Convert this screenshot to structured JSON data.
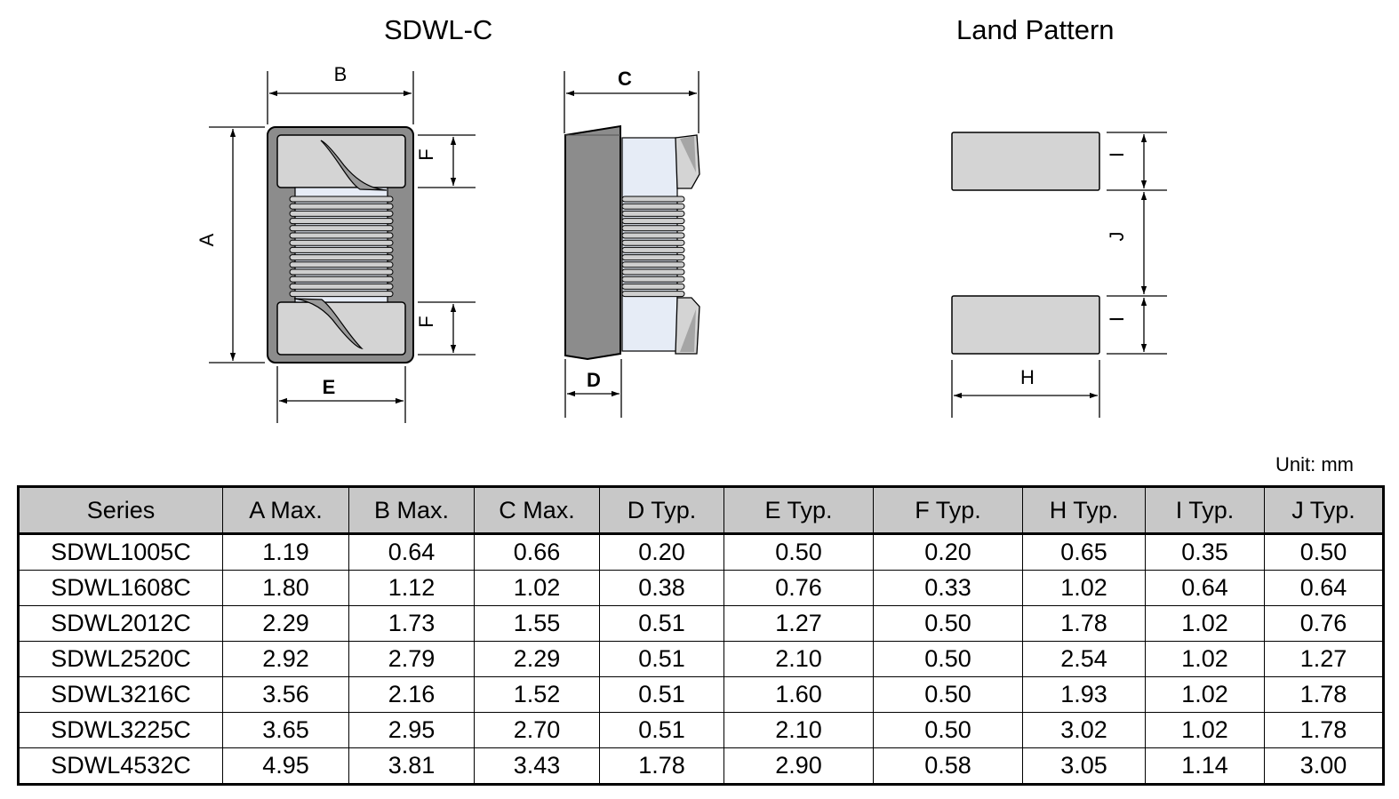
{
  "titles": {
    "main": "SDWL-C",
    "land": "Land Pattern"
  },
  "dimension_labels": {
    "A": "A",
    "B": "B",
    "C": "C",
    "D": "D",
    "E": "E",
    "F_top": "F",
    "F_bottom": "F",
    "H": "H",
    "I_top": "I",
    "I_bottom": "I",
    "J": "J"
  },
  "unit_note": "Unit: mm",
  "table": {
    "headers": [
      "Series",
      "A Max.",
      "B Max.",
      "C Max.",
      "D Typ.",
      "E Typ.",
      "F Typ.",
      "H Typ.",
      "I Typ.",
      "J Typ."
    ],
    "rows": [
      [
        "SDWL1005C",
        "1.19",
        "0.64",
        "0.66",
        "0.20",
        "0.50",
        "0.20",
        "0.65",
        "0.35",
        "0.50"
      ],
      [
        "SDWL1608C",
        "1.80",
        "1.12",
        "1.02",
        "0.38",
        "0.76",
        "0.33",
        "1.02",
        "0.64",
        "0.64"
      ],
      [
        "SDWL2012C",
        "2.29",
        "1.73",
        "1.55",
        "0.51",
        "1.27",
        "0.50",
        "1.78",
        "1.02",
        "0.76"
      ],
      [
        "SDWL2520C",
        "2.92",
        "2.79",
        "2.29",
        "0.51",
        "2.10",
        "0.50",
        "2.54",
        "1.02",
        "1.27"
      ],
      [
        "SDWL3216C",
        "3.56",
        "2.16",
        "1.52",
        "0.51",
        "1.60",
        "0.50",
        "1.93",
        "1.02",
        "1.78"
      ],
      [
        "SDWL3225C",
        "3.65",
        "2.95",
        "2.70",
        "0.51",
        "2.10",
        "0.50",
        "3.02",
        "1.02",
        "1.78"
      ],
      [
        "SDWL4532C",
        "4.95",
        "3.81",
        "3.43",
        "1.78",
        "2.90",
        "0.58",
        "3.05",
        "1.14",
        "3.00"
      ]
    ]
  },
  "colors": {
    "body_gray": "#8c8c8c",
    "pad_gray": "#d4d4d4",
    "core_blue": "#e6ecf6",
    "header_gray": "#c8c8c8"
  }
}
